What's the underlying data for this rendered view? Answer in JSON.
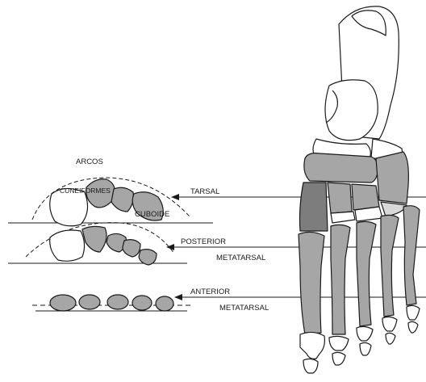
{
  "labels": {
    "arcos": "ARCOS",
    "cuneiformes": "CUNEIFORMES",
    "cuboide": "CUBOIDE",
    "tarsal": "TARSAL",
    "posterior": "POSTERIOR",
    "metatarsal_posterior": "METATARSAL",
    "anterior": "ANTERIOR",
    "metatarsal_anterior": "METATARSAL"
  },
  "colors": {
    "outline": "#1a1a1a",
    "bone_white": "#ffffff",
    "bone_gray": "#a6a6a6",
    "bone_dark": "#7d7d7d",
    "highlight": "#b9b9b9"
  }
}
